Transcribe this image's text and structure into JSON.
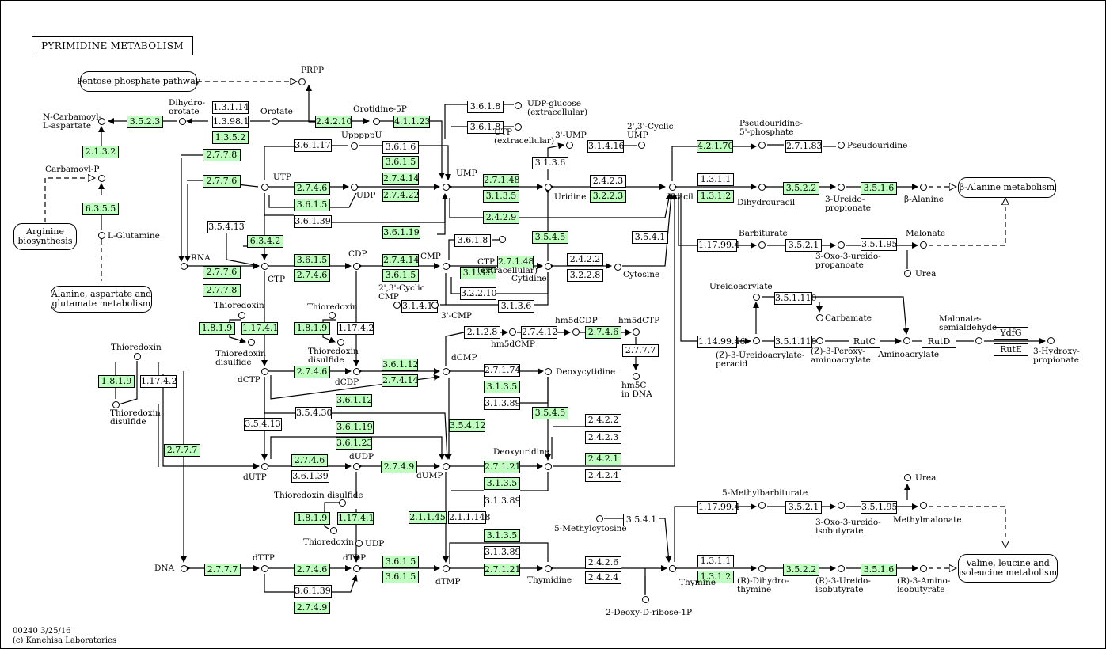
{
  "title": "PYRIMIDINE METABOLISM",
  "footer": {
    "line1": "00240 3/25/16",
    "line2": "(c) Kanehisa Laboratories"
  },
  "colors": {
    "ortholog_present": "#bfffbf",
    "ortholog_absent": "#ffffff",
    "line": "#000000"
  },
  "maps": [
    {
      "text": "Pentose phosphate pathway"
    },
    {
      "text": "Arginine\nbiosynthesis"
    },
    {
      "text": "Alanine, aspartate and\nglutamate metabolism"
    },
    {
      "text": "β-Alanine metabolism"
    },
    {
      "text": "Valine, leucine and\nisoleucine metabolism"
    }
  ],
  "enzymes": [
    {
      "text": "3.5.2.3",
      "green": true
    },
    {
      "text": "1.3.1.14",
      "green": false
    },
    {
      "text": "1.3.98.1",
      "green": false
    },
    {
      "text": "1.3.5.2",
      "green": true
    },
    {
      "text": "2.4.2.10",
      "green": true
    },
    {
      "text": "4.1.1.23",
      "green": true
    },
    {
      "text": "2.1.3.2",
      "green": true
    },
    {
      "text": "6.3.5.5",
      "green": true
    },
    {
      "text": "2.7.7.8",
      "green": true
    },
    {
      "text": "2.7.7.6",
      "green": true
    },
    {
      "text": "3.6.1.17",
      "green": false
    },
    {
      "text": "2.7.4.6",
      "green": true
    },
    {
      "text": "3.6.1.5",
      "green": true
    },
    {
      "text": "3.6.1.39",
      "green": false
    },
    {
      "text": "3.5.4.13",
      "green": false
    },
    {
      "text": "6.3.4.2",
      "green": true
    },
    {
      "text": "3.6.1.6",
      "green": false
    },
    {
      "text": "3.6.1.5",
      "green": true
    },
    {
      "text": "2.7.4.14",
      "green": true
    },
    {
      "text": "2.7.4.22",
      "green": true
    },
    {
      "text": "3.6.1.19",
      "green": true
    },
    {
      "text": "3.6.1.8",
      "green": false
    },
    {
      "text": "3.6.1.8",
      "green": false
    },
    {
      "text": "3.1.4.16",
      "green": false
    },
    {
      "text": "3.1.3.6",
      "green": false
    },
    {
      "text": "2.7.1.48",
      "green": true
    },
    {
      "text": "3.1.3.5",
      "green": true
    },
    {
      "text": "2.4.2.3",
      "green": false
    },
    {
      "text": "3.2.2.3",
      "green": true
    },
    {
      "text": "2.4.2.9",
      "green": true
    },
    {
      "text": "3.6.1.8",
      "green": false
    },
    {
      "text": "3.5.4.5",
      "green": true
    },
    {
      "text": "3.5.4.1",
      "green": false
    },
    {
      "text": "2.7.7.6",
      "green": true
    },
    {
      "text": "2.7.7.8",
      "green": true
    },
    {
      "text": "3.6.1.5",
      "green": true
    },
    {
      "text": "2.7.4.6",
      "green": true
    },
    {
      "text": "2.7.4.14",
      "green": true
    },
    {
      "text": "3.6.1.5",
      "green": true
    },
    {
      "text": "2.7.1.48",
      "green": true
    },
    {
      "text": "3.1.3.5",
      "green": true
    },
    {
      "text": "2.4.2.2",
      "green": false
    },
    {
      "text": "3.2.2.8",
      "green": false
    },
    {
      "text": "3.2.2.10",
      "green": false
    },
    {
      "text": "3.1.4.16",
      "green": false
    },
    {
      "text": "3.1.3.6",
      "green": false
    },
    {
      "text": "4.2.1.70",
      "green": true
    },
    {
      "text": "2.7.1.83",
      "green": false
    },
    {
      "text": "1.3.1.1",
      "green": false
    },
    {
      "text": "1.3.1.2",
      "green": true
    },
    {
      "text": "3.5.2.2",
      "green": true
    },
    {
      "text": "3.5.1.6",
      "green": true
    },
    {
      "text": "1.17.99.4",
      "green": false
    },
    {
      "text": "3.5.2.1",
      "green": false
    },
    {
      "text": "3.5.1.95",
      "green": false
    },
    {
      "text": "1.14.99.46",
      "green": false
    },
    {
      "text": "3.5.1.110",
      "green": false
    },
    {
      "text": "3.5.1.110",
      "green": false
    },
    {
      "text": "RutC",
      "green": false
    },
    {
      "text": "RutD",
      "green": false
    },
    {
      "text": "YdfG",
      "green": false
    },
    {
      "text": "RutE",
      "green": false
    },
    {
      "text": "1.8.1.9",
      "green": true
    },
    {
      "text": "1.17.4.2",
      "green": false
    },
    {
      "text": "1.8.1.9",
      "green": true
    },
    {
      "text": "1.17.4.1",
      "green": true
    },
    {
      "text": "1.8.1.9",
      "green": true
    },
    {
      "text": "1.17.4.2",
      "green": false
    },
    {
      "text": "2.7.4.6",
      "green": true
    },
    {
      "text": "3.6.1.12",
      "green": true
    },
    {
      "text": "2.7.4.14",
      "green": true
    },
    {
      "text": "3.6.1.12",
      "green": true
    },
    {
      "text": "3.5.4.30",
      "green": false
    },
    {
      "text": "2.1.2.8",
      "green": false
    },
    {
      "text": "2.7.4.12",
      "green": false
    },
    {
      "text": "2.7.4.6",
      "green": true
    },
    {
      "text": "2.7.7.7",
      "green": false
    },
    {
      "text": "2.7.1.74",
      "green": false
    },
    {
      "text": "3.1.3.5",
      "green": true
    },
    {
      "text": "3.1.3.89",
      "green": false
    },
    {
      "text": "3.5.4.5",
      "green": true
    },
    {
      "text": "2.4.2.2",
      "green": false
    },
    {
      "text": "2.4.2.3",
      "green": false
    },
    {
      "text": "2.4.2.1",
      "green": true
    },
    {
      "text": "2.4.2.4",
      "green": false
    },
    {
      "text": "3.5.4.13",
      "green": false
    },
    {
      "text": "3.6.1.19",
      "green": true
    },
    {
      "text": "3.6.1.23",
      "green": true
    },
    {
      "text": "3.5.4.12",
      "green": true
    },
    {
      "text": "2.7.4.6",
      "green": true
    },
    {
      "text": "3.6.1.39",
      "green": false
    },
    {
      "text": "2.7.4.9",
      "green": true
    },
    {
      "text": "2.7.1.21",
      "green": true
    },
    {
      "text": "3.1.3.5",
      "green": true
    },
    {
      "text": "3.1.3.89",
      "green": false
    },
    {
      "text": "2.7.7.7",
      "green": true
    },
    {
      "text": "1.8.1.9",
      "green": true
    },
    {
      "text": "1.17.4.1",
      "green": true
    },
    {
      "text": "2.1.1.45",
      "green": true
    },
    {
      "text": "2.1.1.148",
      "green": false
    },
    {
      "text": "3.5.4.1",
      "green": false
    },
    {
      "text": "2.7.7.7",
      "green": true
    },
    {
      "text": "2.7.4.6",
      "green": true
    },
    {
      "text": "3.6.1.5",
      "green": true
    },
    {
      "text": "3.6.1.39",
      "green": false
    },
    {
      "text": "2.7.4.9",
      "green": true
    },
    {
      "text": "3.6.1.5",
      "green": true
    },
    {
      "text": "3.1.3.5",
      "green": true
    },
    {
      "text": "3.1.3.89",
      "green": false
    },
    {
      "text": "2.7.1.21",
      "green": true
    },
    {
      "text": "2.4.2.6",
      "green": false
    },
    {
      "text": "2.4.2.4",
      "green": false
    },
    {
      "text": "1.17.99.4",
      "green": false
    },
    {
      "text": "3.5.2.1",
      "green": false
    },
    {
      "text": "3.5.1.95",
      "green": false
    },
    {
      "text": "1.3.1.1",
      "green": false
    },
    {
      "text": "1.3.1.2",
      "green": true
    },
    {
      "text": "3.5.2.2",
      "green": true
    },
    {
      "text": "3.5.1.6",
      "green": true
    }
  ],
  "compounds": [
    {
      "text": "PRPP"
    },
    {
      "text": "Dihydro-\norotate"
    },
    {
      "text": "Orotate"
    },
    {
      "text": "Orotidine-5P"
    },
    {
      "text": "N-Carbamoyl-\nL-aspartate"
    },
    {
      "text": "Carbamoyl-P"
    },
    {
      "text": "L-Glutamine"
    },
    {
      "text": "UDP-glucose\n(extracellular)"
    },
    {
      "text": "UTP\n(extracellular)"
    },
    {
      "text": "3'-UMP"
    },
    {
      "text": "2',3'-Cyclic\nUMP"
    },
    {
      "text": "UpppppU"
    },
    {
      "text": "UTP"
    },
    {
      "text": "UDP"
    },
    {
      "text": "UMP"
    },
    {
      "text": "Uridine"
    },
    {
      "text": "Uracil"
    },
    {
      "text": "RNA"
    },
    {
      "text": "CTP"
    },
    {
      "text": "CDP"
    },
    {
      "text": "CMP"
    },
    {
      "text": "CTP\n(extracellular)"
    },
    {
      "text": "Cytidine"
    },
    {
      "text": "Cytosine"
    },
    {
      "text": "2',3'-Cyclic\nCMP"
    },
    {
      "text": "3'-CMP"
    },
    {
      "text": "Pseudouridine-\n5'-phosphate"
    },
    {
      "text": "Pseudouridine"
    },
    {
      "text": "Dihydrouracil"
    },
    {
      "text": "3-Ureido-\npropionate"
    },
    {
      "text": "β-Alanine"
    },
    {
      "text": "Barbiturate"
    },
    {
      "text": "3-Oxo-3-ureido-\npropanoate"
    },
    {
      "text": "Malonate"
    },
    {
      "text": "Urea"
    },
    {
      "text": "Ureidoacrylate"
    },
    {
      "text": "Carbamate"
    },
    {
      "text": "(Z)-3-Ureidoacrylate-\nperacid"
    },
    {
      "text": "(Z)-3-Peroxy-\naminoacrylate"
    },
    {
      "text": "Aminoacrylate"
    },
    {
      "text": "Malonate-\nsemialdehyde"
    },
    {
      "text": "3-Hydroxy-\npropionate"
    },
    {
      "text": "Thioredoxin"
    },
    {
      "text": "Thioredoxin\ndisulfide"
    },
    {
      "text": "Thioredoxin"
    },
    {
      "text": "Thioredoxin\ndisulfide"
    },
    {
      "text": "Thioredoxin"
    },
    {
      "text": "Thioredoxin\ndisulfide"
    },
    {
      "text": "dCTP"
    },
    {
      "text": "dCDP"
    },
    {
      "text": "dCMP"
    },
    {
      "text": "hm5dCMP"
    },
    {
      "text": "hm5dCDP"
    },
    {
      "text": "hm5dCTP"
    },
    {
      "text": "hm5C\nin DNA"
    },
    {
      "text": "Deoxycytidine"
    },
    {
      "text": "dUTP"
    },
    {
      "text": "dUDP"
    },
    {
      "text": "dUMP"
    },
    {
      "text": "Deoxyuridine"
    },
    {
      "text": "Thioredoxin disulfide"
    },
    {
      "text": "Thioredoxin"
    },
    {
      "text": "UDP"
    },
    {
      "text": "5-Methylcytosine"
    },
    {
      "text": "DNA"
    },
    {
      "text": "dTTP"
    },
    {
      "text": "dTDP"
    },
    {
      "text": "dTMP"
    },
    {
      "text": "Thymidine"
    },
    {
      "text": "Thymine"
    },
    {
      "text": "2-Deoxy-D-ribose-1P"
    },
    {
      "text": "5-Methylbarbiturate"
    },
    {
      "text": "3-Oxo-3-ureido-\nisobutyrate"
    },
    {
      "text": "Methylmalonate"
    },
    {
      "text": "Urea"
    },
    {
      "text": "(R)-Dihydro-\nthymine"
    },
    {
      "text": "(R)-3-Ureido-\nisobutyrate"
    },
    {
      "text": "(R)-3-Amino-\nisobutyrate"
    }
  ]
}
